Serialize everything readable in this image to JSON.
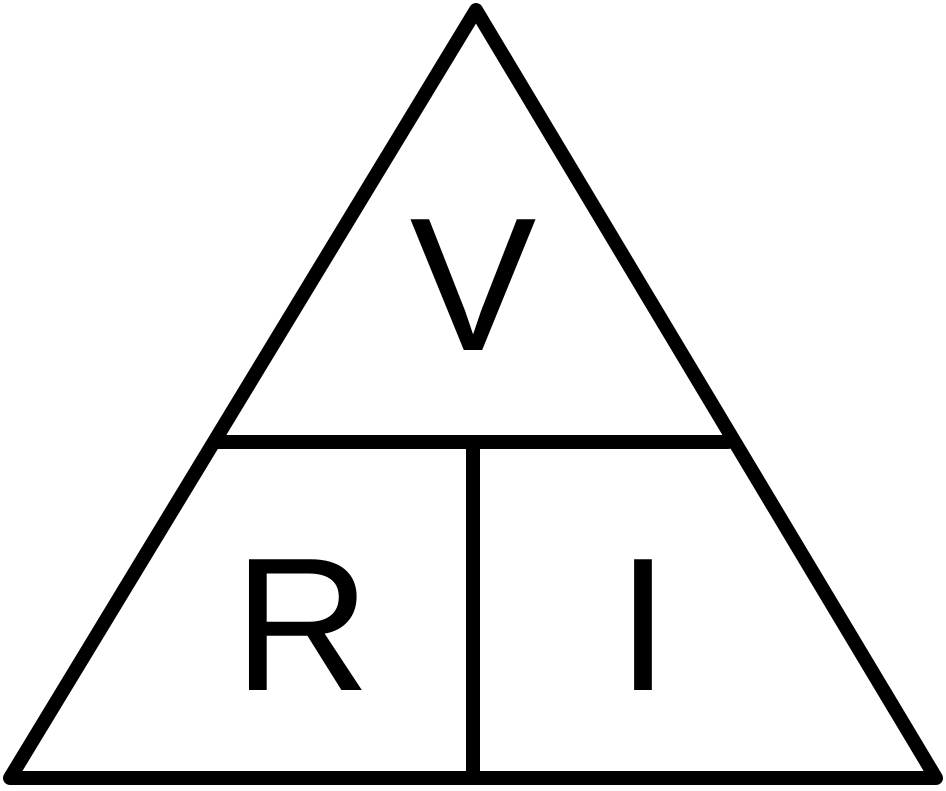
{
  "diagram": {
    "labels": {
      "top": "V",
      "bottom_left": "R",
      "bottom_right": "I"
    },
    "colors": {
      "stroke": "#000000",
      "text": "#000000",
      "background": "#ffffff"
    }
  }
}
